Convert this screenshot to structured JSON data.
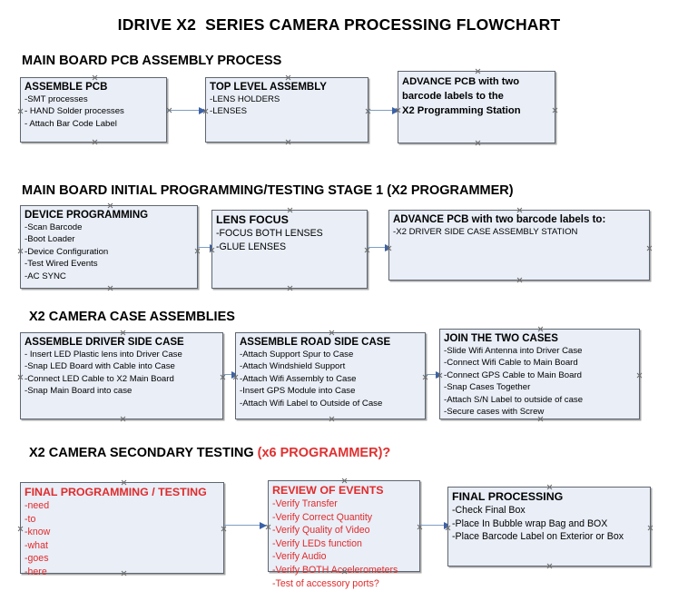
{
  "title": "IDRIVE X2  SERIES CAMERA PROCESSING FLOWCHART",
  "sections": [
    {
      "heading": "MAIN BOARD PCB ASSEMBLY PROCESS",
      "accent": ""
    },
    {
      "heading": "MAIN BOARD INITIAL PROGRAMMING/TESTING STAGE 1 (X2 PROGRAMMER)",
      "accent": ""
    },
    {
      "heading": "X2 CAMERA CASE ASSEMBLIES",
      "accent": ""
    },
    {
      "heading": "X2 CAMERA SECONDARY TESTING ",
      "accent": "(x6 PROGRAMMER)?"
    }
  ],
  "boxes": {
    "assemble_pcb": {
      "title": "ASSEMBLE PCB",
      "lines": [
        " -SMT processes",
        "- HAND Solder processes",
        "- Attach Bar Code Label"
      ]
    },
    "top_level_assembly": {
      "title": "TOP LEVEL ASSEMBLY",
      "lines": [
        "-LENS HOLDERS",
        "-LENSES"
      ]
    },
    "advance_pcb_station": {
      "title": "",
      "lines": [
        "ADVANCE PCB with two",
        "barcode labels to the",
        " X2 Programming Station"
      ]
    },
    "device_programming": {
      "title": "DEVICE PROGRAMMING",
      "lines": [
        "-Scan Barcode",
        "-Boot Loader",
        "-Device Configuration",
        "-Test Wired Events",
        "-AC SYNC"
      ]
    },
    "lens_focus": {
      "title": "LENS FOCUS",
      "lines": [
        "-FOCUS BOTH LENSES",
        "-GLUE LENSES"
      ]
    },
    "advance_pcb_driver": {
      "title": "ADVANCE PCB with two barcode labels to:",
      "lines": [
        "-X2 DRIVER  SIDE  CASE  ASSEMBLY STATION"
      ]
    },
    "driver_side_case": {
      "title": "ASSEMBLE DRIVER SIDE CASE",
      "lines": [
        "- Insert LED Plastic lens into Driver Case",
        "-Snap LED Board with Cable into Case",
        "-Connect LED Cable to X2 Main Board",
        "-Snap Main Board into case"
      ]
    },
    "road_side_case": {
      "title": "ASSEMBLE ROAD SIDE CASE",
      "lines": [
        "-Attach Support Spur to Case",
        "-Attach Windshield Support",
        "-Attach Wifi Assembly to Case",
        "-Insert GPS Module into Case",
        "-Attach Wifi Label to Outside of Case"
      ]
    },
    "join_two_cases": {
      "title": "JOIN THE TWO CASES",
      "lines": [
        "-Slide Wifi Antenna into Driver Case",
        "-Connect Wifi Cable to Main Board",
        "-Connect GPS Cable to Main Board",
        "-Snap Cases Together",
        "-Attach S/N Label to outside of case",
        "-Secure cases with Screw"
      ]
    },
    "final_programming": {
      "title": "FINAL PROGRAMMING / TESTING",
      "lines": [
        "-need",
        "-to",
        "-know",
        "-what",
        "-goes",
        "-here"
      ]
    },
    "review_of_events": {
      "title": "REVIEW OF EVENTS",
      "lines": [
        "-Verify Transfer",
        "-Verify Correct Quantity",
        "-Verify Quality of Video",
        "-Verify LEDs function",
        "-Verify Audio",
        "-Verify BOTH Accelerometers",
        "-Test of accessory ports?"
      ]
    },
    "final_processing": {
      "title": "FINAL PROCESSING",
      "lines": [
        " -Check Final Box",
        "-Place In Bubble wrap Bag and BOX",
        "-Place Barcode Label on Exterior or Box"
      ]
    }
  },
  "colors": {
    "box_fill": "#e9eef7",
    "box_border": "#5f6670",
    "accent_red": "#e02b2b",
    "connector": "#7e9ec4",
    "arrow_head": "#3b62a8"
  }
}
